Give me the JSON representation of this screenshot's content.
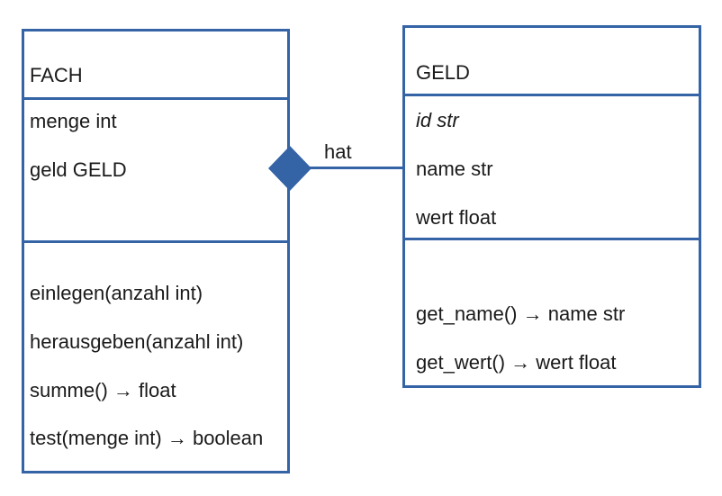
{
  "diagram": {
    "classes": [
      {
        "name": "FACH",
        "attributes": [
          {
            "text": "menge int",
            "italic": false
          },
          {
            "text": "geld GELD",
            "italic": false
          }
        ],
        "methods": [
          "einlegen(anzahl int)",
          "herausgeben(anzahl int)",
          "summe() → float",
          "test(menge int) → boolean"
        ]
      },
      {
        "name": "GELD",
        "attributes": [
          {
            "text": "id str",
            "italic": true
          },
          {
            "text": "name str",
            "italic": false
          },
          {
            "text": "wert float",
            "italic": false
          }
        ],
        "methods": [
          "get_name() → name str",
          "get_wert() → wert float"
        ]
      }
    ],
    "association": {
      "label": "hat",
      "type": "aggregation",
      "from": "FACH",
      "to": "GELD"
    },
    "colors": {
      "line": "#3463a6",
      "text": "#1a1a1a"
    }
  }
}
